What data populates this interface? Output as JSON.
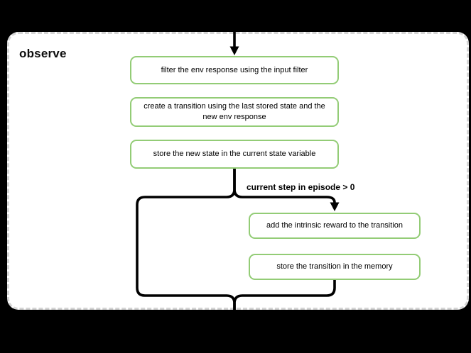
{
  "panel": {
    "title": "observe"
  },
  "flow": {
    "boxes": [
      {
        "id": "filter-env-response",
        "label": "filter the env response using the input filter"
      },
      {
        "id": "create-transition",
        "label": "create a transition using the last stored state and the\nnew env response"
      },
      {
        "id": "store-new-state",
        "label": "store the new state in the current state variable"
      },
      {
        "id": "add-intrinsic-reward",
        "label": "add the intrinsic reward to the transition"
      },
      {
        "id": "store-transition",
        "label": "store the transition in the memory"
      }
    ],
    "condition_label": "current step in episode > 0"
  },
  "colors": {
    "canvas_bg": "#000000",
    "panel_bg": "#ffffff",
    "panel_border": "#d5d5d5",
    "step_box_border": "#93cc76",
    "connector": "#000000",
    "text": "#000000"
  }
}
